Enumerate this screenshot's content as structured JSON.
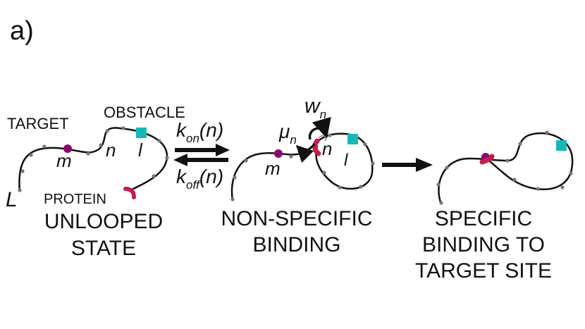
{
  "panel_label": "a)",
  "stage1": {
    "target_label": "TARGET",
    "obstacle_label": "OBSTACLE",
    "protein_label": "PROTEIN",
    "var_m": "m",
    "var_n": "n",
    "var_l": "l",
    "var_L": "L",
    "caption_line1": "UNLOOPED",
    "caption_line2": "STATE"
  },
  "transition": {
    "kon_k": "k",
    "kon_sub": "on",
    "kon_arg": "(n)",
    "koff_k": "k",
    "koff_sub": "off",
    "koff_arg": "(n)"
  },
  "stage2": {
    "w_main": "w",
    "w_sub": "n",
    "mu_main": "μ",
    "mu_sub": "n",
    "var_m": "m",
    "var_n": "n",
    "var_l": "l",
    "caption_line1": "NON-SPECIFIC",
    "caption_line2": "BINDING"
  },
  "stage3": {
    "caption_line1": "SPECIFIC",
    "caption_line2": "BINDING TO",
    "caption_line3": "TARGET SITE"
  },
  "colors": {
    "target": "#8b0a6e",
    "obstacle": "#17b7b7",
    "protein": "#c41e4a",
    "chain": "#111111",
    "bead": "#777777"
  }
}
